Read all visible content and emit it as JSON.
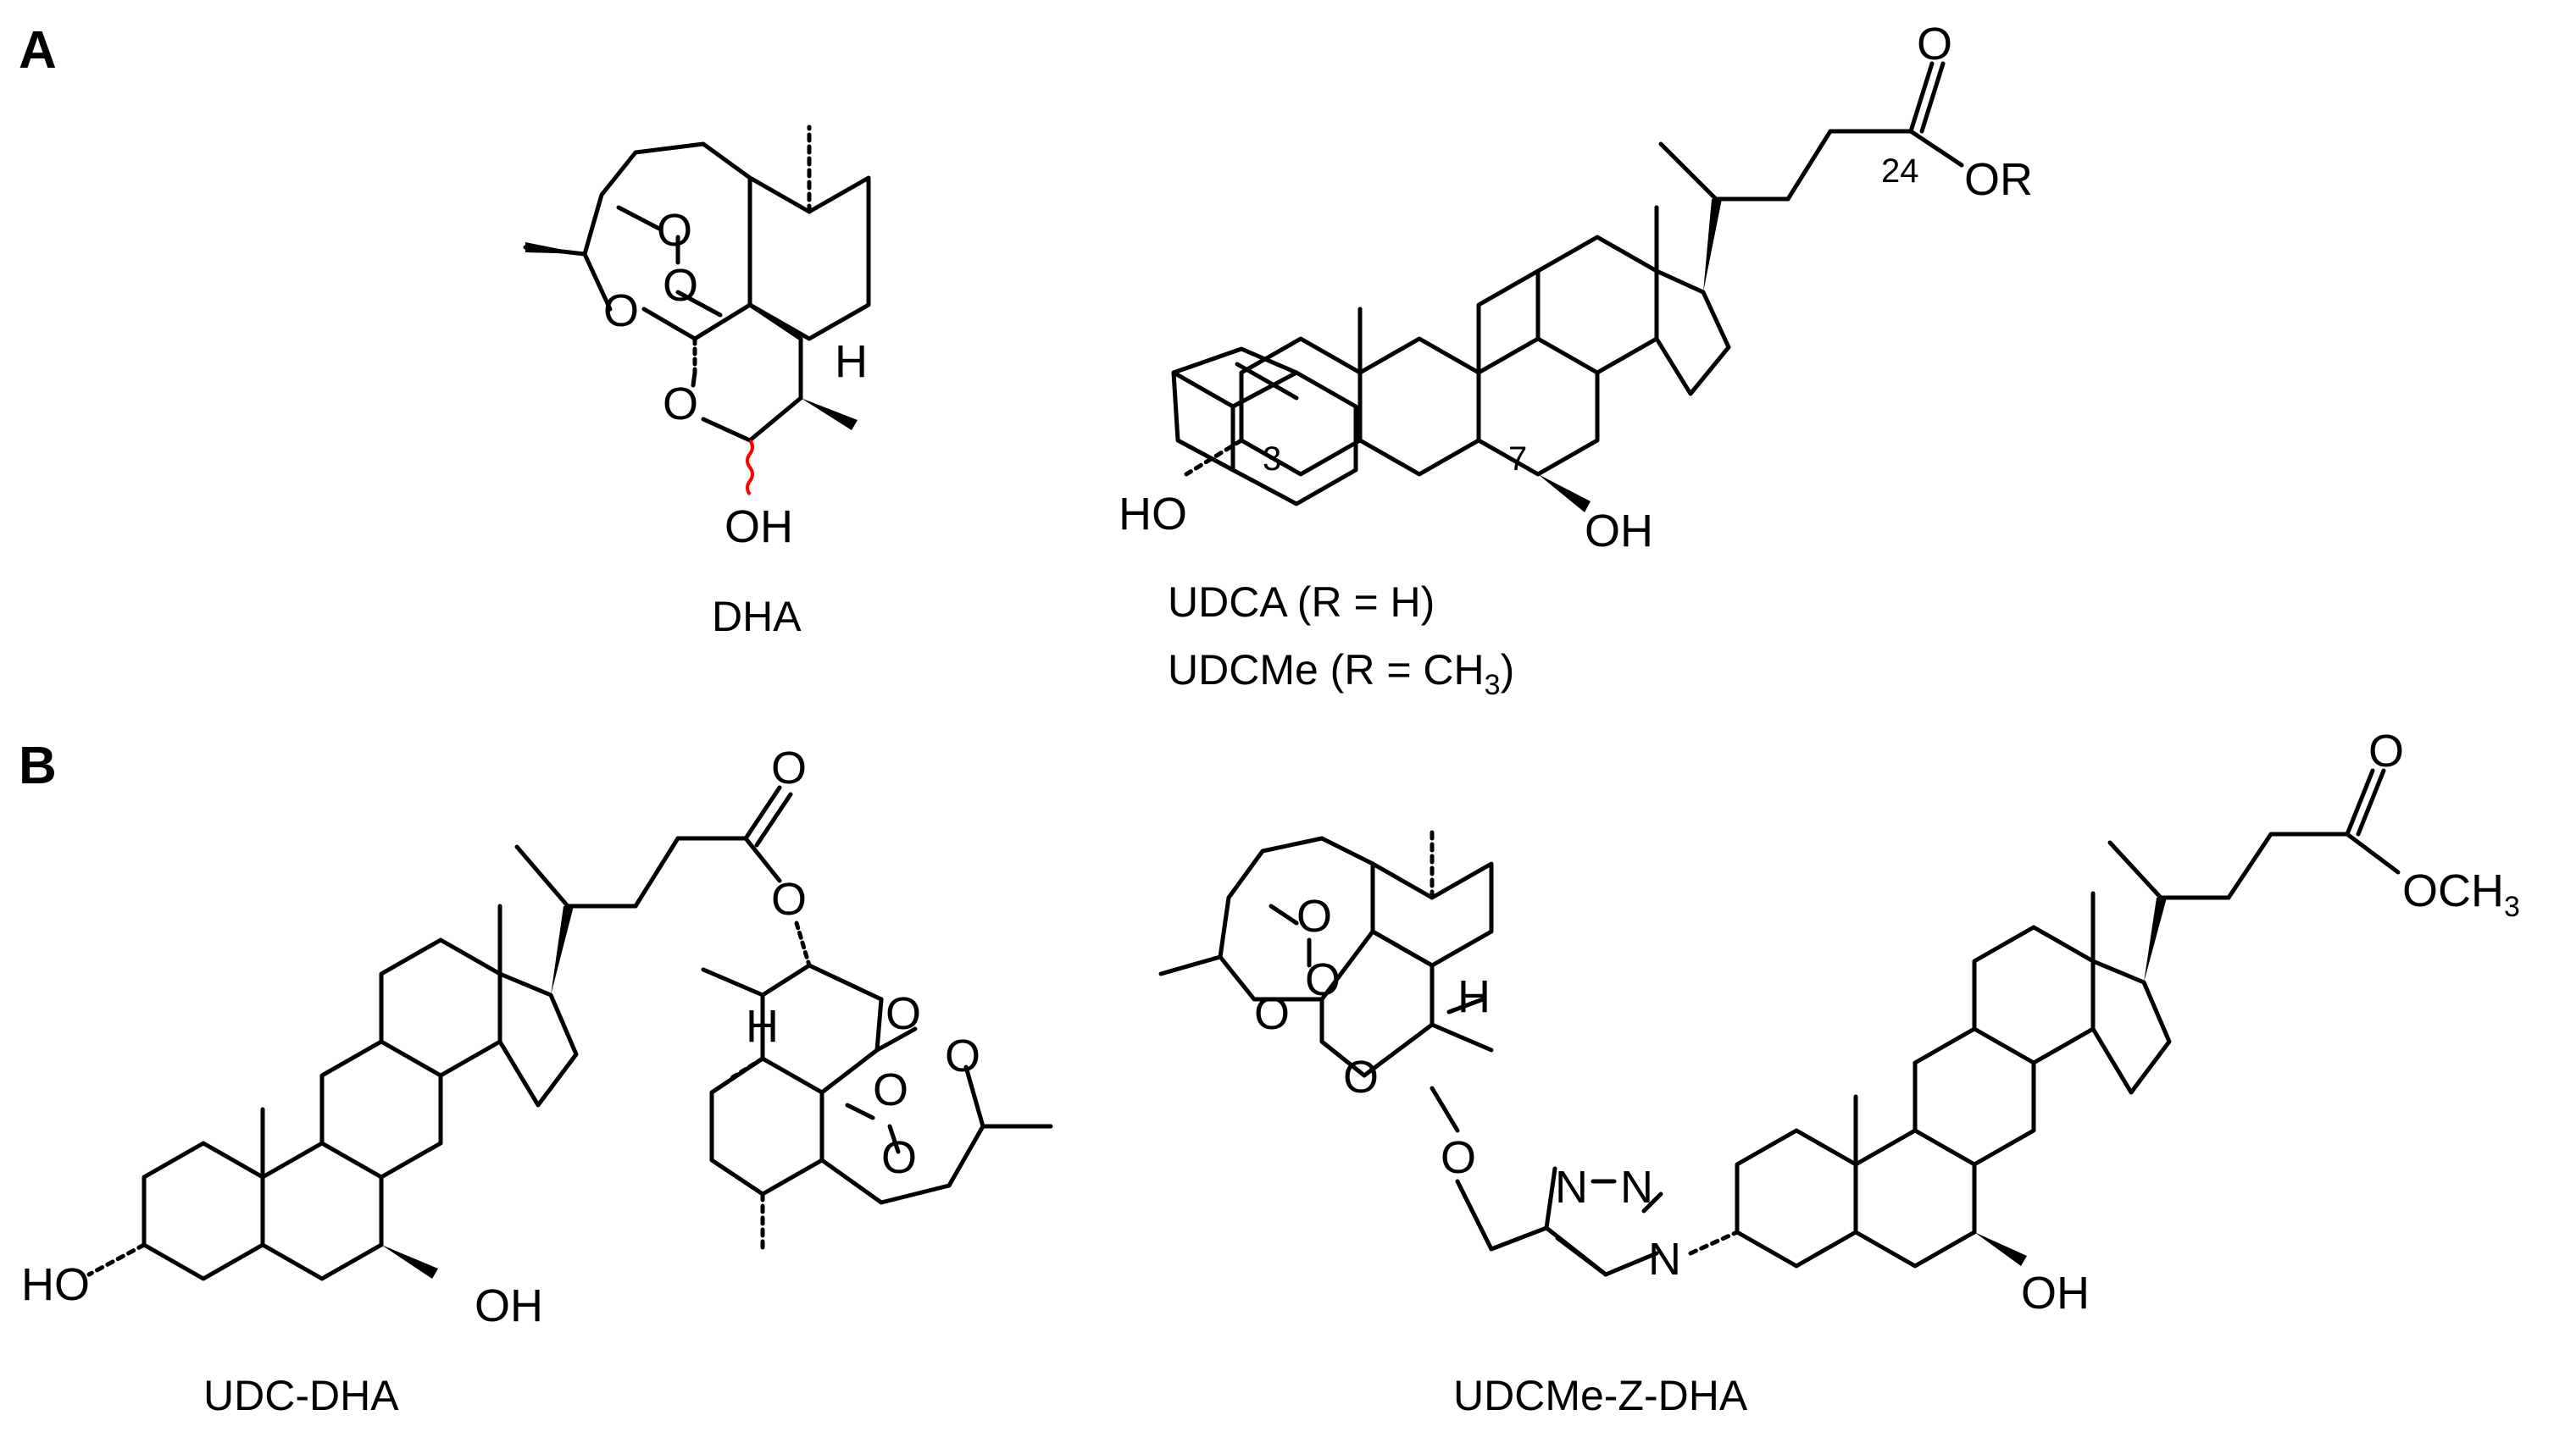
{
  "panels": {
    "a": "A",
    "b": "B"
  },
  "colors": {
    "dha_lactol": "#ff0000",
    "ester_link": "#1a1aff",
    "triazole": "#ff00ff",
    "ink": "#000000"
  },
  "captions": {
    "dha": "DHA",
    "udca_line1": "UDCA (R = H)",
    "udca_line2_pre": "UDCMe (R = CH",
    "udca_line2_sub": "3",
    "udca_line2_post": ")",
    "udc_dha": "UDC-DHA",
    "udcme_z_dha": "UDCMe-Z-DHA"
  },
  "labels": {
    "O": "O",
    "OH": "OH",
    "HO": "HO",
    "H": "H",
    "OR": "OR",
    "OCH3": "OCH",
    "OCH3_sub": "3",
    "N": "N",
    "eq": "=",
    "c3": "3",
    "c7": "7",
    "c24": "24"
  }
}
